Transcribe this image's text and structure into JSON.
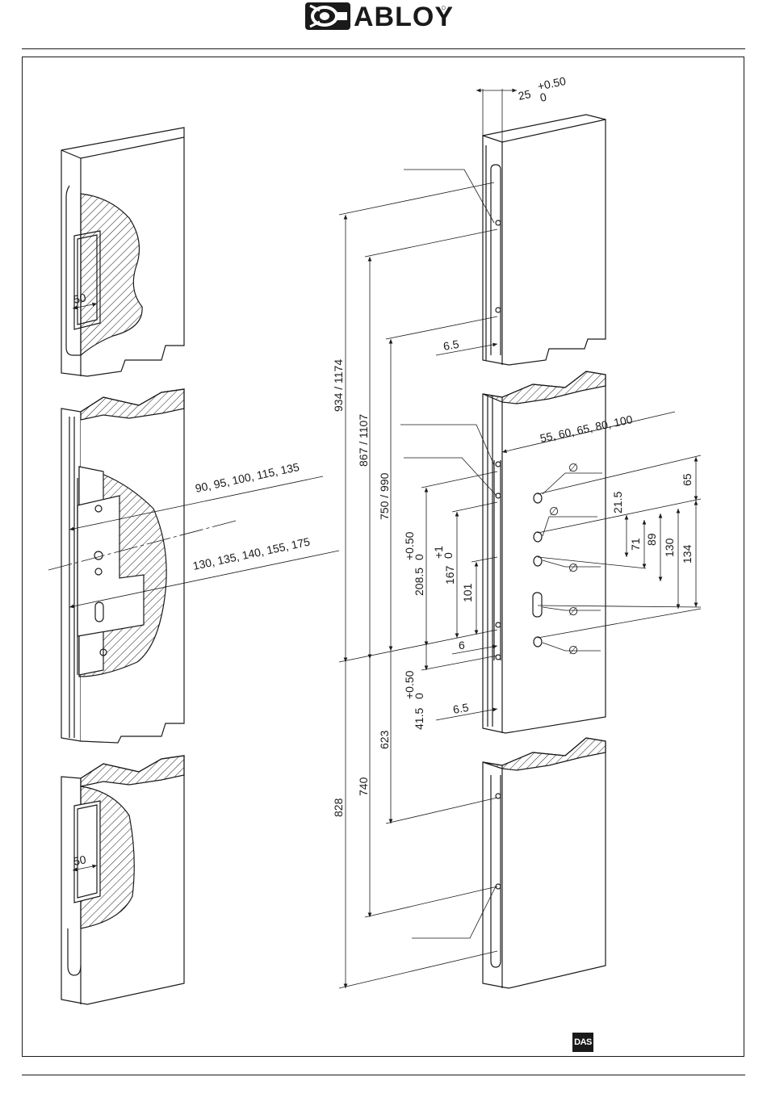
{
  "brand": {
    "name": "ABLOY",
    "reg_mark": "○"
  },
  "badge": {
    "text": "DAS"
  },
  "dimensions": {
    "left_top_depth": "50",
    "left_bottom_depth": "50",
    "backset_a": "90, 95, 100, 115, 135",
    "backset_b": "130, 135, 140, 155, 175",
    "top_width": "25",
    "top_tol_plus": "+0.50",
    "top_tol_zero": "0",
    "edge_top": "6.5",
    "edge_mid": "6.5",
    "offset_6": "6",
    "h_934": "934 / 1174",
    "h_867": "867 / 1107",
    "h_750": "750 / 990",
    "h_208": "208.5",
    "h_208_tol_plus": "+0.50",
    "h_208_tol_zero": "0",
    "h_167": "167",
    "h_167_tol_plus": "+1",
    "h_167_tol_zero": "0",
    "h_101": "101",
    "h_41": "41.5",
    "h_41_tol_plus": "+0.50",
    "h_41_tol_zero": "0",
    "h_623": "623",
    "h_740": "740",
    "h_828": "828",
    "backset_right": "55, 60, 65, 80, 100",
    "r_65": "65",
    "r_21": "21.5",
    "r_71": "71",
    "r_89": "89",
    "r_130": "130",
    "r_134": "134",
    "diam": "∅"
  }
}
